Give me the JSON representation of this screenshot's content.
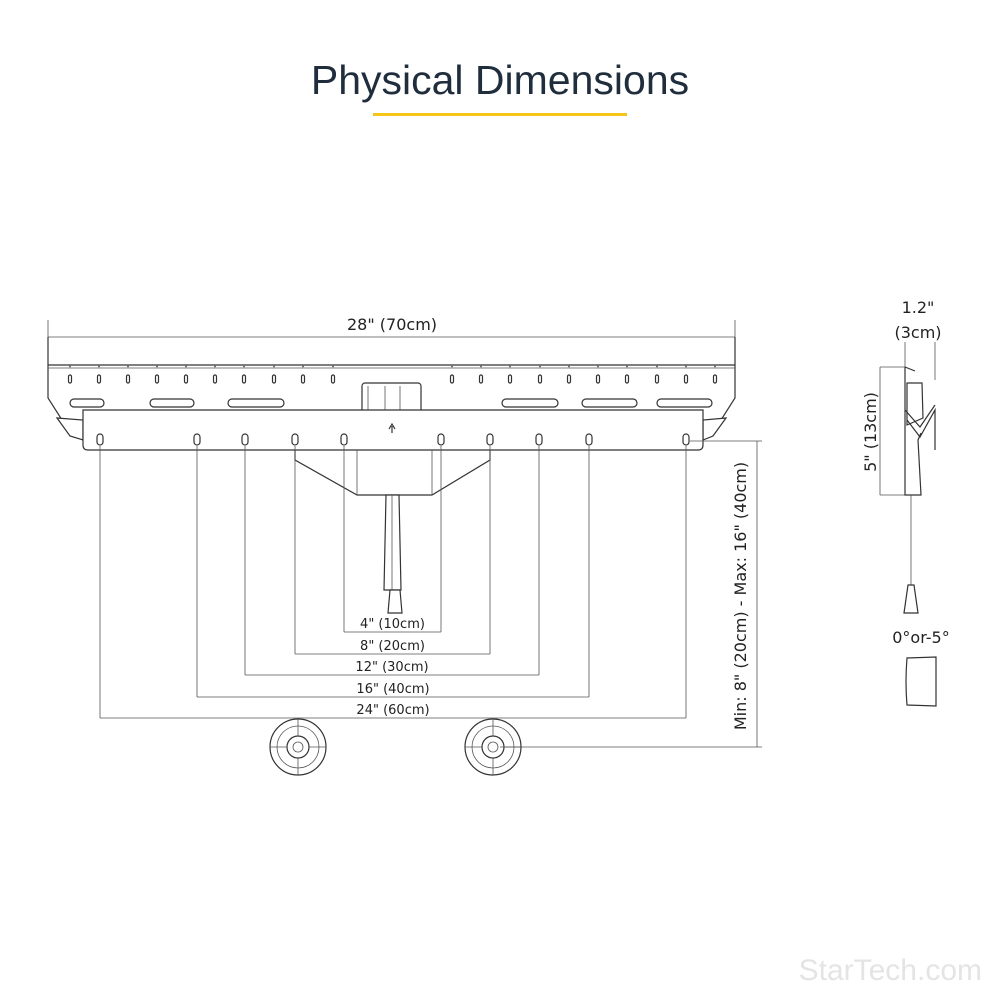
{
  "title": "Physical Dimensions",
  "accent_color": "#f5c518",
  "front_view": {
    "overall_width": "28\" (70cm)",
    "hole_spacings": [
      "4\" (10cm)",
      "8\" (20cm)",
      "12\" (30cm)",
      "16\" (40cm)",
      "24\" (60cm)"
    ],
    "height_range": "Min: 8\" (20cm) - Max: 16\" (40cm)"
  },
  "side_view": {
    "depth_in": "1.2\"",
    "depth_cm": "(3cm)",
    "height": "5\" (13cm)",
    "tilt": "0°or-5°"
  },
  "watermark": "StarTech.com"
}
